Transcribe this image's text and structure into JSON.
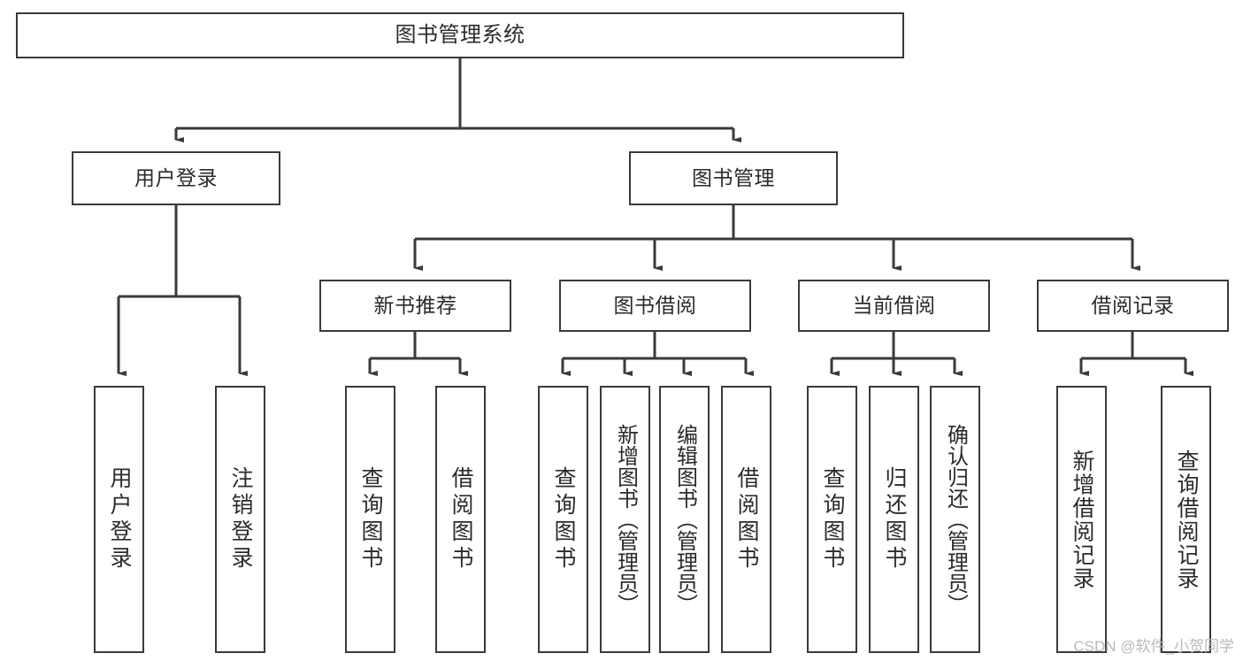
{
  "diagram": {
    "type": "tree-hierarchy",
    "title": "图书管理系统",
    "line_color": "#3a3a3a",
    "text_color": "#2b2b2b",
    "background_color": "#ffffff",
    "root": {
      "label": "图书管理系统"
    },
    "level2": [
      {
        "label": "用户登录"
      },
      {
        "label": "图书管理"
      }
    ],
    "level3": [
      {
        "label": "新书推荐"
      },
      {
        "label": "图书借阅"
      },
      {
        "label": "当前借阅"
      },
      {
        "label": "借阅记录"
      }
    ],
    "leaves": {
      "user_login": [
        {
          "label": "用户登录"
        },
        {
          "label": "注销登录"
        }
      ],
      "new_book_recommend": [
        {
          "label": "查询图书"
        },
        {
          "label": "借阅图书"
        }
      ],
      "book_borrow": [
        {
          "label": "查询图书"
        },
        {
          "label": "新增图书（管理员）"
        },
        {
          "label": "编辑图书（管理员）"
        },
        {
          "label": "借阅图书"
        }
      ],
      "current_borrow": [
        {
          "label": "查询图书"
        },
        {
          "label": "归还图书"
        },
        {
          "label": "确认归还（管理员）"
        }
      ],
      "borrow_record": [
        {
          "label": "新增借阅记录"
        },
        {
          "label": "查询借阅记录"
        }
      ]
    }
  },
  "watermark": {
    "text": "CSDN @软件_小贺同学"
  }
}
